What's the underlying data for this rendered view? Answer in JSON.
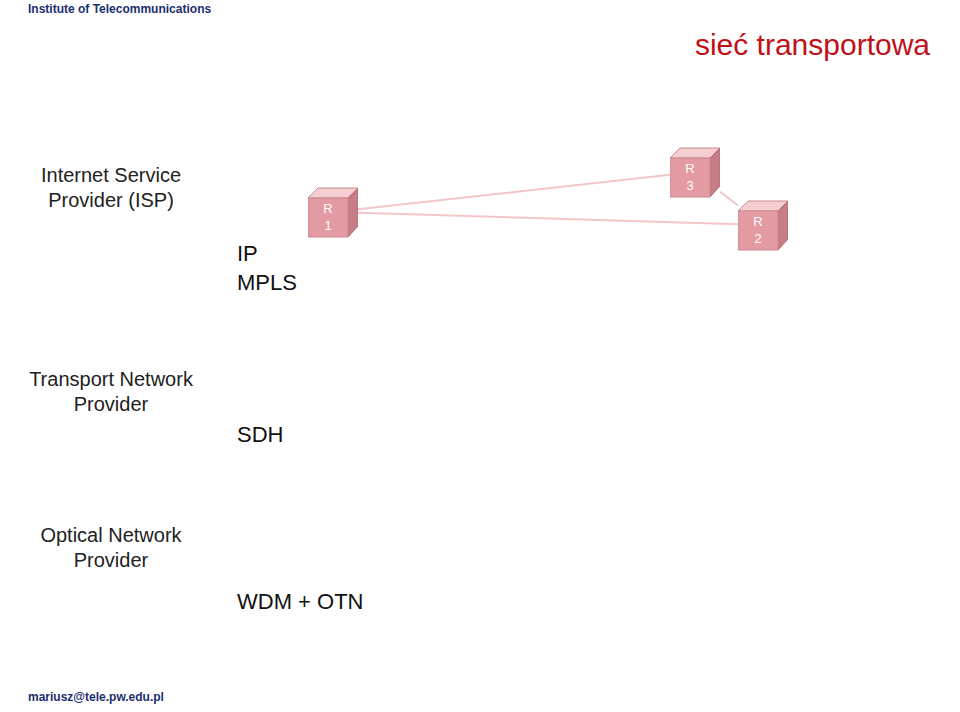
{
  "diagram": {
    "title": "sieć transportowa",
    "nodes": [
      {
        "text": [
          "IP"
        ]
      },
      {
        "text": [
          "R 1"
        ],
        "in": 0
      },
      {
        "text": [
          "R 3"
        ],
        "in": 0
      },
      {
        "text": [
          "R 2"
        ],
        "in": 0
      },
      {
        "text": [
          "MPLS"
        ]
      },
      {
        "text": [
          "SDH"
        ]
      },
      {
        "text": [
          "WDM + OTN"
        ]
      }
    ],
    "edges": [
      {
        "from": 1,
        "to": 2,
        "arrow": "none"
      },
      {
        "from": 2,
        "to": 3,
        "arrow": "none"
      },
      {
        "from": 1,
        "to": 3,
        "arrow": "none"
      }
    ],
    "labels": [
      "Institute of Telecommunications",
      "Internet Service Provider (ISP)",
      "Transport Network Provider",
      "Optical Network Provider",
      "mariusz@tele.pw.edu.pl"
    ]
  }
}
